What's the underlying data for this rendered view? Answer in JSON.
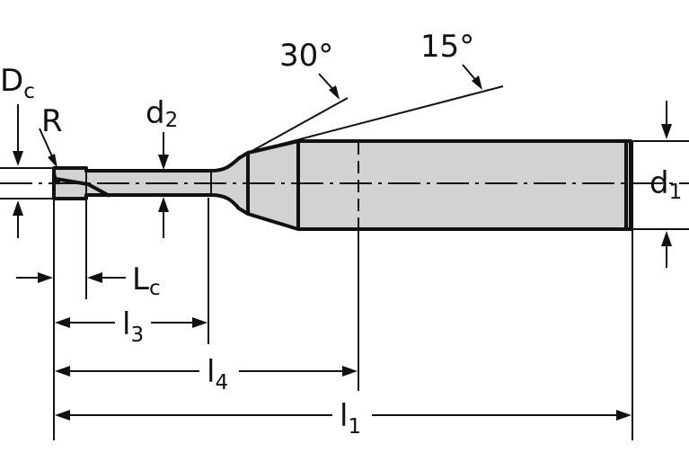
{
  "labels": {
    "angle_30": "30°",
    "angle_15": "15°",
    "Dc_main": "D",
    "Dc_sub": "c",
    "R": "R",
    "d2_main": "d",
    "d2_sub": "2",
    "d1_main": "d",
    "d1_sub": "1",
    "Lc_main": "L",
    "Lc_sub": "c",
    "l3_main": "l",
    "l3_sub": "3",
    "l4_main": "l",
    "l4_sub": "4",
    "l1_main": "l",
    "l1_sub": "1"
  },
  "colors": {
    "line": "#111111",
    "body_fill": "#d2d2d2",
    "background": "#ffffff"
  }
}
